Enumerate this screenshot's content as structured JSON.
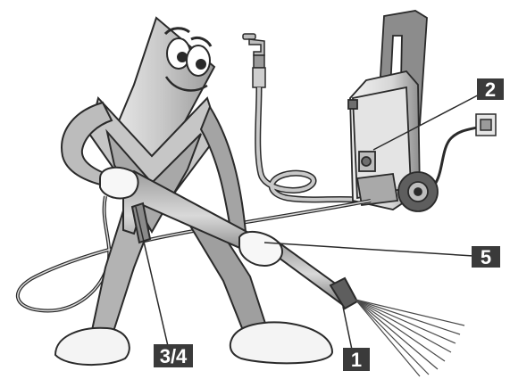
{
  "callouts": [
    {
      "id": "callout-1",
      "label": "1"
    },
    {
      "id": "callout-2",
      "label": "2"
    },
    {
      "id": "callout-3-4",
      "label": "3/4"
    },
    {
      "id": "callout-5",
      "label": "5"
    }
  ],
  "colors": {
    "callout_bg": "#3a3a3a",
    "callout_text": "#ffffff",
    "outline": "#2a2a2a",
    "body_gray": "#b8b8b8",
    "light_gray": "#d8d8d8",
    "dark_gray": "#6e6e6e"
  }
}
